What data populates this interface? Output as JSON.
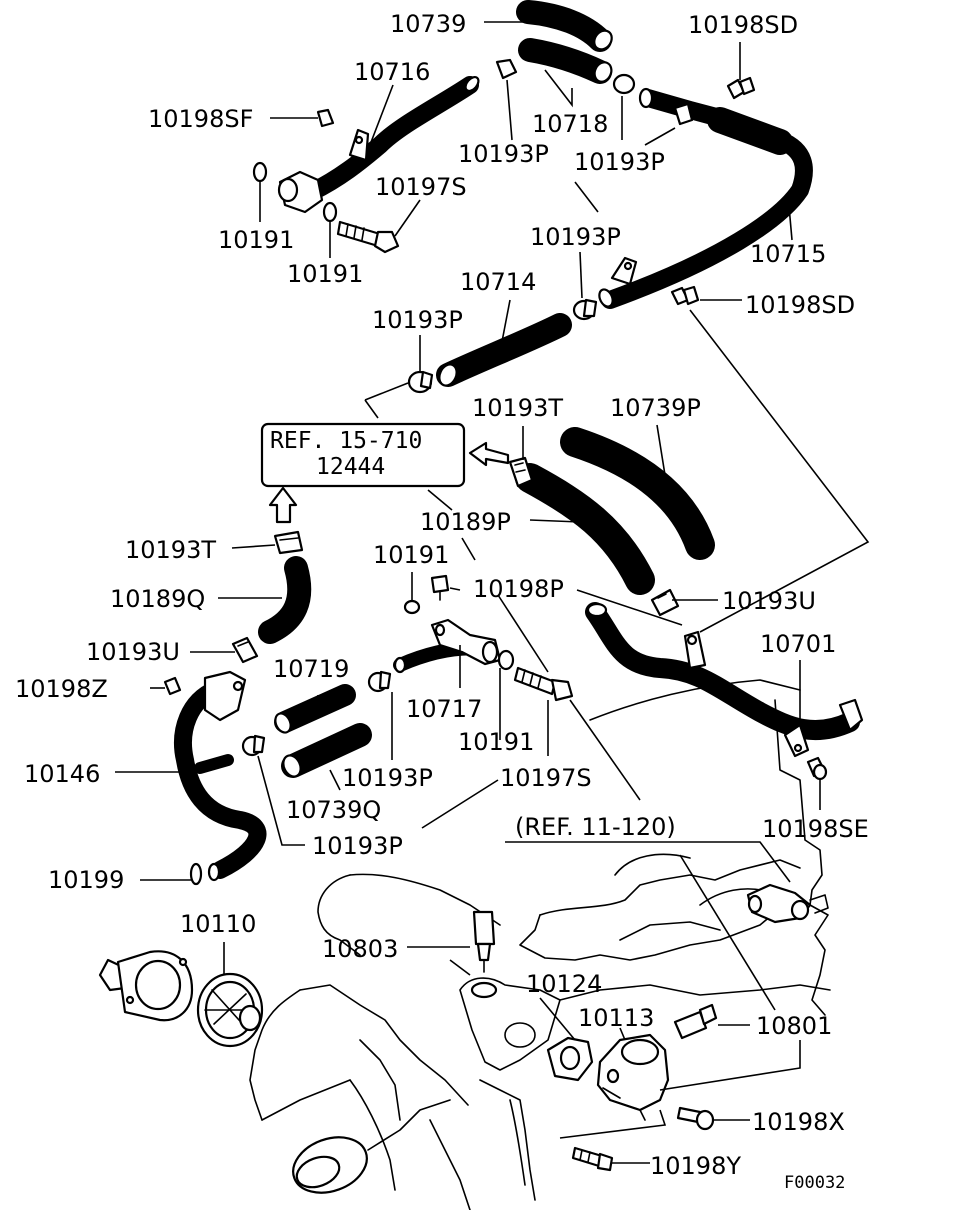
{
  "reference_boxes": {
    "ref_15_710": "REF. 15-710",
    "ref_12444": "12444"
  },
  "ref_11_120": "(REF. 11-120)",
  "figure_code": "F00032",
  "labels": {
    "p10739": "10739",
    "p10198SD_top": "10198SD",
    "p10716": "10716",
    "p10198SF": "10198SF",
    "p10718": "10718",
    "p10193P_a": "10193P",
    "p10193P_b": "10193P",
    "p10197S_top": "10197S",
    "p10191_a": "10191",
    "p10191_b": "10191",
    "p10193P_c": "10193P",
    "p10715": "10715",
    "p10714": "10714",
    "p10198SD_mid": "10198SD",
    "p10193P_d": "10193P",
    "p10193T_a": "10193T",
    "p10739P": "10739P",
    "p10189P": "10189P",
    "p10193T_b": "10193T",
    "p10191_c": "10191",
    "p10198P": "10198P",
    "p10189Q": "10189Q",
    "p10193U_a": "10193U",
    "p10193U_b": "10193U",
    "p10701": "10701",
    "p10719": "10719",
    "p10198Z": "10198Z",
    "p10717": "10717",
    "p10146": "10146",
    "p10193P_e": "10193P",
    "p10191_d": "10191",
    "p10197S_bot": "10197S",
    "p10739Q": "10739Q",
    "p10198SE": "10198SE",
    "p10193P_f": "10193P",
    "p10199": "10199",
    "p10110": "10110",
    "p10803": "10803",
    "p10124": "10124",
    "p10113": "10113",
    "p10801": "10801",
    "p10198X": "10198X",
    "p10198Y": "10198Y"
  }
}
